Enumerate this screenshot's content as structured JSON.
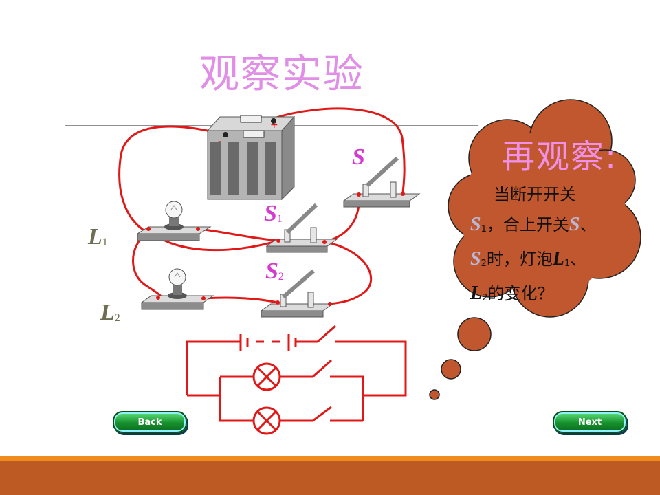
{
  "title": "观察实验",
  "labels": {
    "s_main": "S",
    "s1": "S",
    "s1_sub": "1",
    "s2": "S",
    "s2_sub": "2",
    "l1": "L",
    "l1_sub": "1",
    "l2": "L",
    "l2_sub": "2",
    "battery_plus": "+",
    "battery_minus": "-"
  },
  "cloud": {
    "title": "再观察:",
    "t1": "当断开开关",
    "s1": "S",
    "s1_sub": "1",
    "t2": "，合上开关",
    "s": "S",
    "t3": "、",
    "s2": "S",
    "s2_sub": "2",
    "t4": "时，灯泡",
    "l1": "L",
    "l1_sub": "1",
    "t5": "、",
    "l2": "L",
    "l2_sub": "2",
    "t6": "的变化？"
  },
  "buttons": {
    "back": "Back",
    "next": "Next"
  },
  "colors": {
    "wire": "#e01818",
    "cloud": "#c0572e",
    "title": "#e08ee6",
    "footer_orange": "#f08c1e",
    "footer_brown": "#bd5a24"
  }
}
